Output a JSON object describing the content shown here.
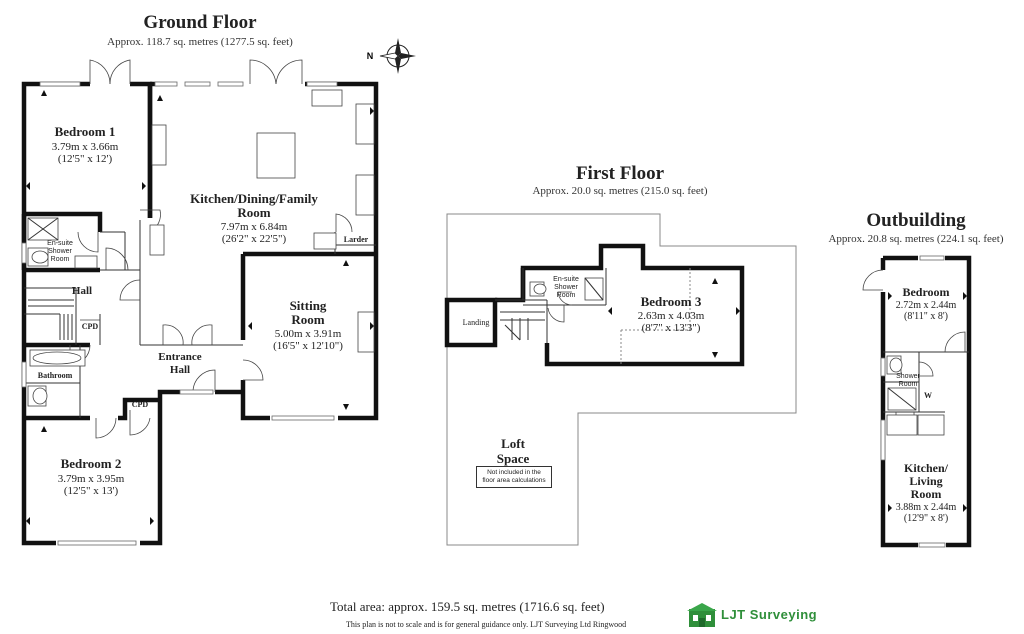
{
  "ground_floor": {
    "title": "Ground Floor",
    "area": "Approx. 118.7 sq. metres (1277.5 sq. feet)",
    "rooms": {
      "bedroom1": {
        "name": "Bedroom 1",
        "dim_m": "3.79m x 3.66m",
        "dim_ft": "(12'5\" x 12')"
      },
      "kitchen": {
        "name_line1": "Kitchen/Dining/Family",
        "name_line2": "Room",
        "dim_m": "7.97m x 6.84m",
        "dim_ft": "(26'2\" x 22'5\")"
      },
      "sitting": {
        "name_line1": "Sitting",
        "name_line2": "Room",
        "dim_m": "5.00m x 3.91m",
        "dim_ft": "(16'5\" x 12'10\")"
      },
      "bedroom2": {
        "name": "Bedroom 2",
        "dim_m": "3.79m x 3.95m",
        "dim_ft": "(12'5\" x 13')"
      },
      "ensuite": {
        "line1": "En-suite",
        "line2": "Shower",
        "line3": "Room"
      },
      "hall": "Hall",
      "entrance_hall_1": "Entrance",
      "entrance_hall_2": "Hall",
      "bathroom": "Bathroom",
      "cpd1": "CPD",
      "cpd2": "CPD",
      "larder": "Larder"
    }
  },
  "first_floor": {
    "title": "First Floor",
    "area": "Approx. 20.0 sq. metres (215.0 sq. feet)",
    "bedroom3": {
      "name": "Bedroom 3",
      "dim_m": "2.63m x 4.03m",
      "dim_ft": "(8'7\" x 13'3\")"
    },
    "ensuite": {
      "line1": "En-suite",
      "line2": "Shower",
      "line3": "Room"
    },
    "landing": "Landing",
    "loft_1": "Loft",
    "loft_2": "Space",
    "note_1": "Not included in the",
    "note_2": "floor area calculations"
  },
  "outbuilding": {
    "title": "Outbuilding",
    "area": "Approx. 20.8 sq. metres (224.1 sq. feet)",
    "bedroom": {
      "name": "Bedroom",
      "dim_m": "2.72m x 2.44m",
      "dim_ft": "(8'11\" x 8')"
    },
    "shower_1": "Shower",
    "shower_2": "Room",
    "w": "W",
    "kitchen": {
      "line1": "Kitchen/",
      "line2": "Living",
      "line3": "Room",
      "dim_m": "3.88m x 2.44m",
      "dim_ft": "(12'9\" x 8')"
    }
  },
  "compass": {
    "label": "N"
  },
  "footer": {
    "total": "Total area: approx. 159.5 sq. metres (1716.6 sq. feet)",
    "note": "This plan is not to scale and is for general guidance only. LJT Surveying Ltd Ringwood",
    "logo_text": "LJT Surveying",
    "logo_color": "#2f8f3a"
  }
}
